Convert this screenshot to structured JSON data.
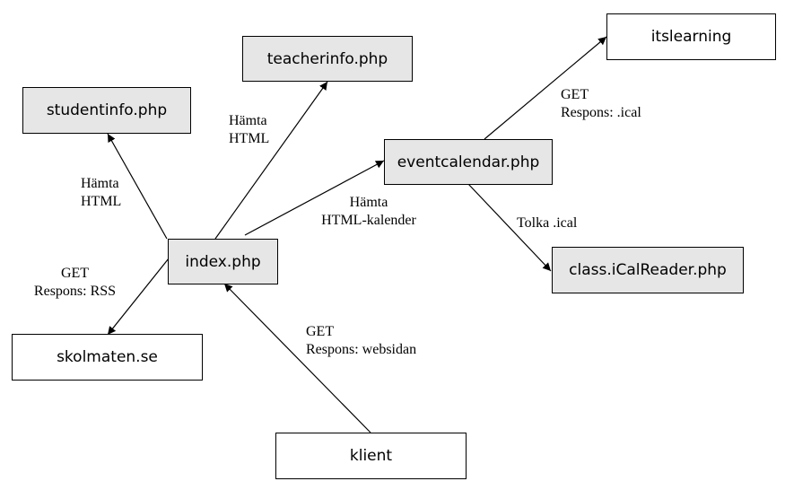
{
  "colors": {
    "server_box": "#e6e6e6",
    "external_box": "#ffffff",
    "stroke": "#000000"
  },
  "nodes": {
    "teacherinfo": "teacherinfo.php",
    "studentinfo": "studentinfo.php",
    "itslearning": "itslearning",
    "eventcalendar": "eventcalendar.php",
    "index": "index.php",
    "icalreader": "class.iCalReader.php",
    "skolmaten": "skolmaten.se",
    "klient": "klient"
  },
  "labels": {
    "index_teacherinfo": [
      "Hämta",
      "HTML"
    ],
    "index_studentinfo": [
      "Hämta",
      "HTML"
    ],
    "index_eventcalendar": [
      "Hämta",
      "HTML-kalender"
    ],
    "index_skolmaten": [
      "GET",
      "Respons: RSS"
    ],
    "eventcalendar_itslearning": [
      "GET",
      "Respons: .ical"
    ],
    "eventcalendar_icalreader": [
      "Tolka .ical"
    ],
    "klient_index": [
      "GET",
      "Respons: websidan"
    ]
  }
}
